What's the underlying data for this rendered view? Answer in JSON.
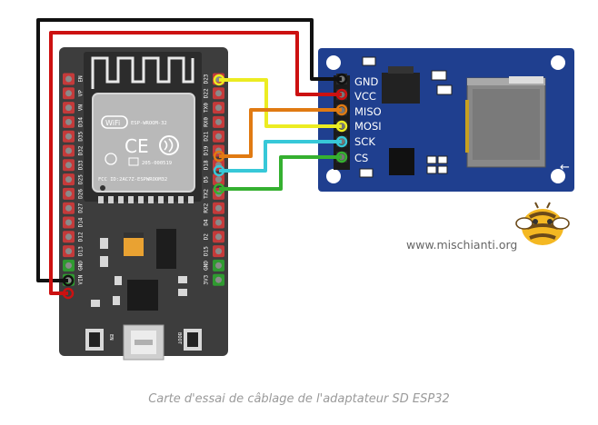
{
  "module": {
    "pins": [
      {
        "label": "GND"
      },
      {
        "label": "VCC"
      },
      {
        "label": "MISO"
      },
      {
        "label": "MOSI"
      },
      {
        "label": "SCK"
      },
      {
        "label": "CS"
      }
    ]
  },
  "board": {
    "chip_label": "ESP-WROOM-32",
    "fcc_id": "FCC ID:2AC7Z-ESPWROOM32",
    "cert_code": "205-000519",
    "left_pins": [
      "EN",
      "VP",
      "VN",
      "D34",
      "D35",
      "D32",
      "D33",
      "D25",
      "D26",
      "D27",
      "D14",
      "D12",
      "D13",
      "GND",
      "VIN"
    ],
    "right_pins": [
      "D23",
      "D22",
      "TX0",
      "RX0",
      "D21",
      "D19",
      "D18",
      "D5",
      "TX2",
      "RX2",
      "D4",
      "D2",
      "D15",
      "GND",
      "3V3"
    ],
    "button_left": "EN",
    "button_right": "BOOT"
  },
  "watermark": {
    "url": "www.mischianti.org"
  },
  "caption": "Carte d'essai de câblage de l'adaptateur SD ESP32",
  "colors": {
    "board": "#3d3d3d",
    "module": "#1f3f8f",
    "wire_gnd": "#111111",
    "wire_vcc": "#cc1111",
    "wire_miso": "#e07a12",
    "wire_mosi": "#ecec22",
    "wire_sck": "#37c8d8",
    "wire_cs": "#35b030"
  }
}
